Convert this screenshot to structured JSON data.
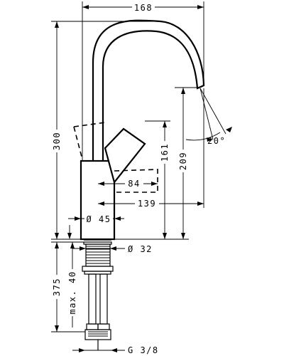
{
  "dimensions": {
    "width_total": "168",
    "height_spout": "300",
    "spout_outlet_height": "209",
    "handle_height": "161",
    "handle_swing": "84",
    "spout_reach": "139",
    "body_diameter": "Ø 45",
    "hole_diameter": "Ø 32",
    "total_length": "375",
    "max_thickness": "max. 40",
    "spout_angle": "20°",
    "connection_thread": "G 3/8"
  }
}
